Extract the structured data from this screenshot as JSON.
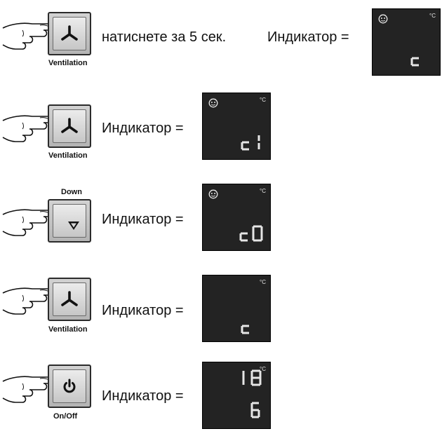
{
  "steps": [
    {
      "button": {
        "label": "Ventilation",
        "icon": "fan-icon",
        "top_label": ""
      },
      "action": "натиснете за 5 сек.",
      "indicator_label": "Индикатор =",
      "display": {
        "face": true,
        "unit": "°C",
        "row1": "",
        "row2": "c"
      }
    },
    {
      "button": {
        "label": "Ventilation",
        "icon": "fan-icon",
        "top_label": ""
      },
      "action": "",
      "indicator_label": "Индикатор =",
      "display": {
        "face": true,
        "unit": "°C",
        "row1": "",
        "row2": "c1"
      }
    },
    {
      "button": {
        "label": "Down",
        "icon": "down-arrow-icon",
        "top_label": "Down"
      },
      "action": "",
      "indicator_label": "Индикатор =",
      "display": {
        "face": true,
        "unit": "°C",
        "row1": "",
        "row2": "c0"
      }
    },
    {
      "button": {
        "label": "Ventilation",
        "icon": "fan-icon",
        "top_label": ""
      },
      "action": "",
      "indicator_label": "Индикатор =",
      "display": {
        "face": false,
        "unit": "°C",
        "row1": "",
        "row2": "c"
      }
    },
    {
      "button": {
        "label": "On/Off",
        "icon": "power-icon",
        "top_label": ""
      },
      "action": "",
      "indicator_label": "Индикатор =",
      "display": {
        "face": false,
        "unit": "°C",
        "row1": "18",
        "row2": "6"
      }
    }
  ],
  "colors": {
    "display_bg": "#232323",
    "segment": "#e6e6e6",
    "button": "#c4c4c4"
  }
}
